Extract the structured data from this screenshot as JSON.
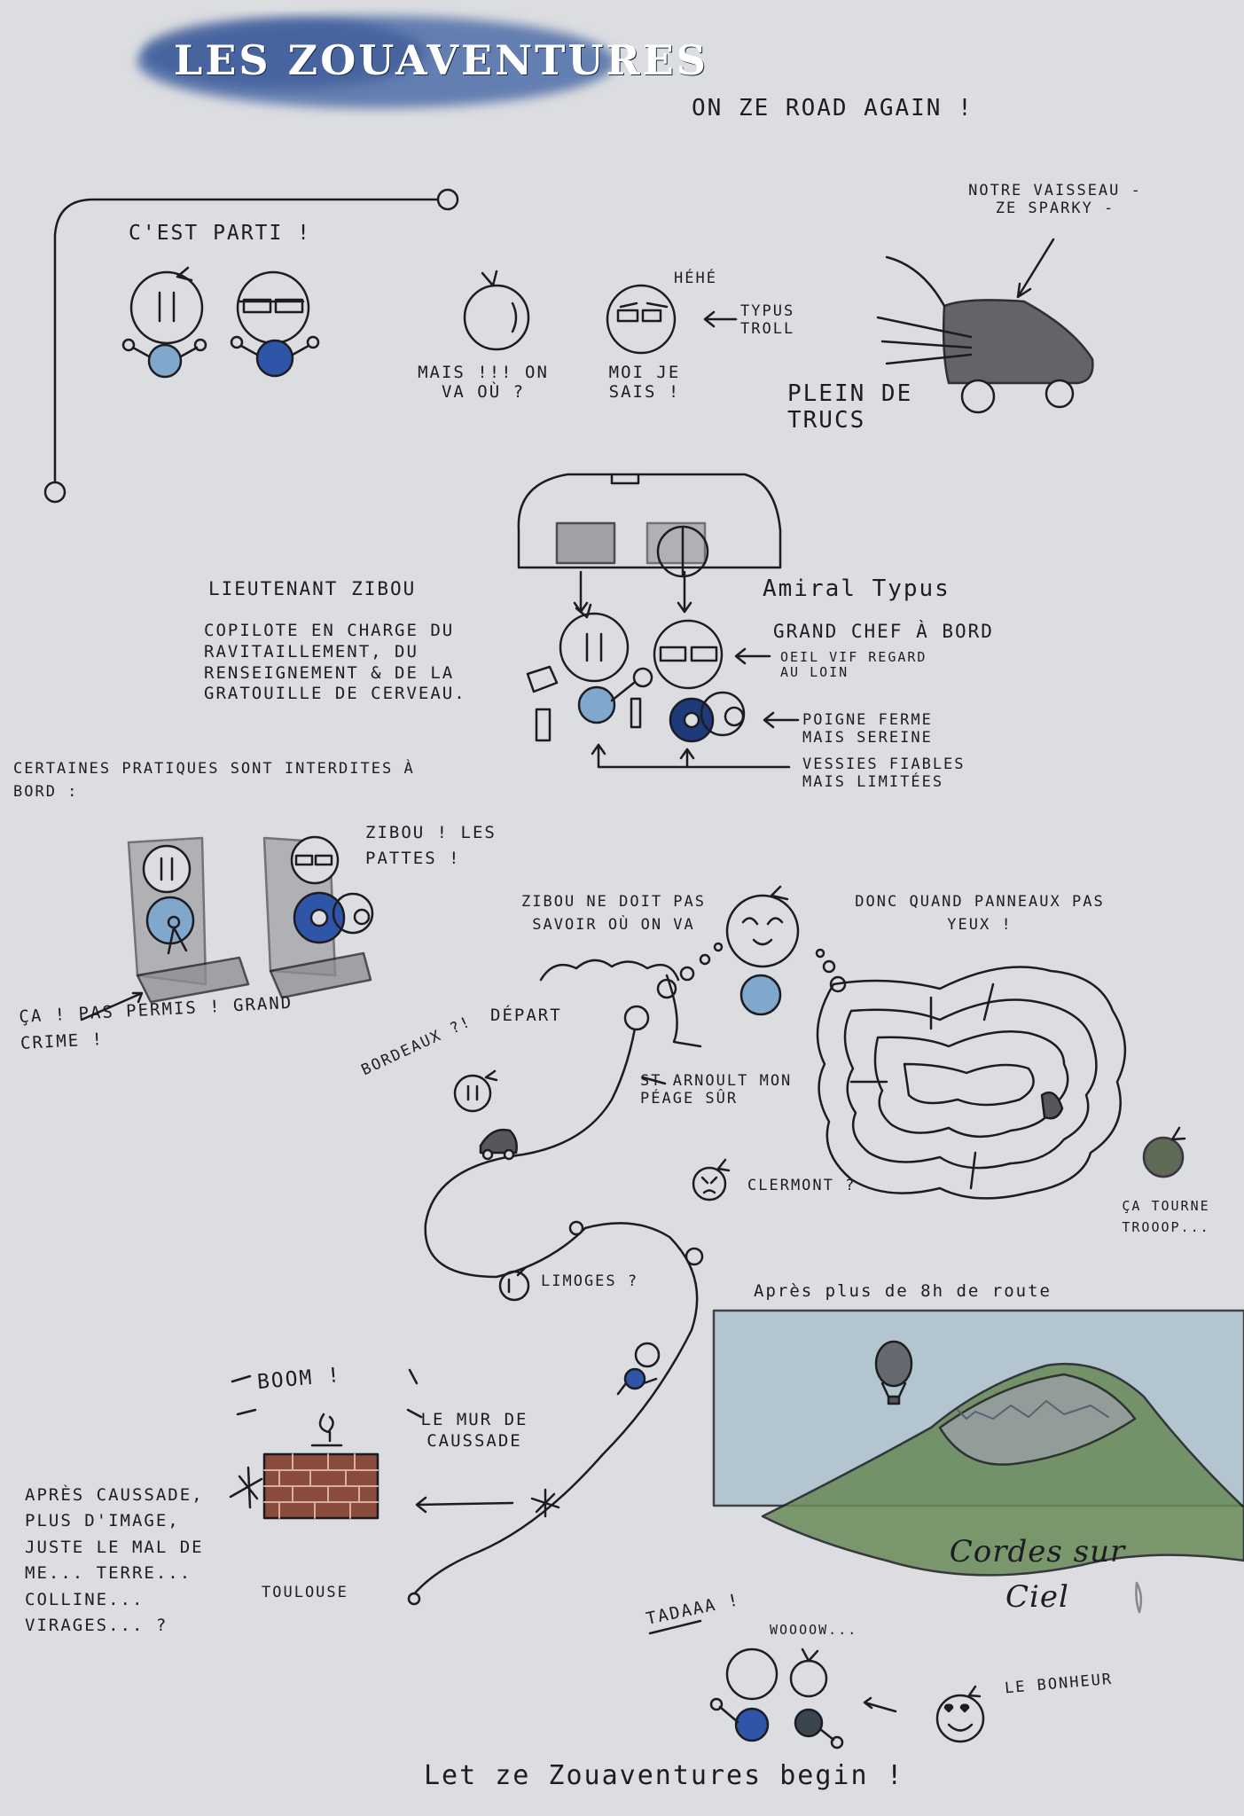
{
  "title": "Les Zouaventures",
  "subtitle": "On ze road again !",
  "start_text": "C'est parti !",
  "scene1": {
    "q_text": "Mais !!! on va où ?",
    "hehe": "Héhé",
    "moi_text": "Moi je sais !",
    "troll_text": "Typus troll",
    "vessel_text": "Notre vaisseau - ze Sparky -",
    "trucs_text": "Plein de trucs"
  },
  "cabin": {
    "zibou_title": "Lieutenant Zibou",
    "zibou_desc": "Copilote en charge du ravitaillement, du renseignement & de la gratouille de cerveau.",
    "typus_title": "Amiral Typus",
    "typus_desc": "Grand chef à bord",
    "eye_text": "Oeil vif regard au loin",
    "grip_text": "Poigne ferme mais sereine",
    "bladder_text": "Vessies fiables mais limitées"
  },
  "forbidden": {
    "intro": "Certaines pratiques sont interdites à bord :",
    "scold": "Zibou ! les pattes !",
    "crime": "Ça ! pas permis ! Grand crime !"
  },
  "map": {
    "no_know": "Zibou ne doit pas savoir où on va",
    "signs": "Donc quand panneaux pas yeux !",
    "depart": "Départ",
    "bordeaux": "Bordeaux ?!",
    "st_arnoult": "St Arnoult mon péage sûr",
    "clermont": "Clermont ?",
    "spin": "Ça tourne trooop...",
    "limoges": "Limoges ?",
    "boom": "Boom !",
    "wall": "Le mur de Caussade",
    "toulouse": "Toulouse",
    "after_caussade": "Après Caussade, plus d'image, juste le mal de me... terre... colline... virages... ?"
  },
  "finale": {
    "after_8h": "Après plus de 8h de route",
    "cordes": "Cordes sur Ciel",
    "tadaaa": "Tadaaa !",
    "wooow": "Woooow...",
    "bonheur": "Le bonheur",
    "closing": "Let ze Zouaventures begin !"
  },
  "colors": {
    "paper": "#dcdde0",
    "ink": "#1c1c22",
    "blue_light": "#7fa8cc",
    "blue_dark": "#2f55a8",
    "title_wash": "#4f6ea8",
    "sky": "#a9c0cc",
    "brick": "#8a4a3c",
    "hill_green": "#6a8a58",
    "car_grey": "#55575c"
  }
}
